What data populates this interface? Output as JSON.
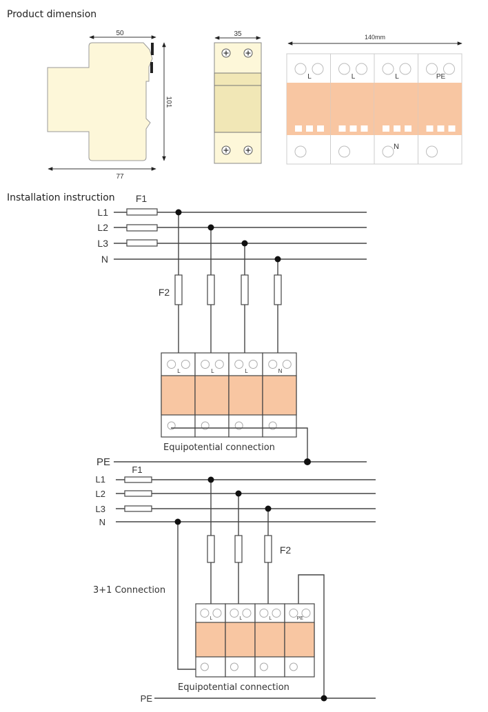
{
  "headings": {
    "product_dimension": "Product dimension",
    "installation_instruction": "Installation instruction"
  },
  "side_view": {
    "width_top": "50",
    "width_bottom": "77",
    "height": "101",
    "fill": "#fdf7d9"
  },
  "front_view": {
    "width": "35",
    "fill_light": "#fdf7d9",
    "fill_mid": "#f1e7b6"
  },
  "module_view": {
    "width": "140mm",
    "top_labels": [
      "L",
      "L",
      "L",
      "PE"
    ],
    "bottom_labels": [
      "",
      "",
      "N",
      ""
    ],
    "accent": "#f8c6a2"
  },
  "diagram1": {
    "lines": [
      "L1",
      "L2",
      "L3",
      "N"
    ],
    "fuse_top": "F1",
    "fuse_branch": "F2",
    "module_labels": [
      "L",
      "L",
      "L",
      "N"
    ],
    "pe_label": "PE",
    "caption": "Equipotential connection"
  },
  "diagram2": {
    "pe_label_top": "PE",
    "lines": [
      "L1",
      "L2",
      "L3",
      "N"
    ],
    "fuse_top": "F1",
    "fuse_branch": "F2",
    "title": "3+1 Connection",
    "module_labels": [
      "L",
      "L",
      "L",
      "PE"
    ],
    "caption": "Equipotential connection",
    "pe_label": "PE"
  }
}
